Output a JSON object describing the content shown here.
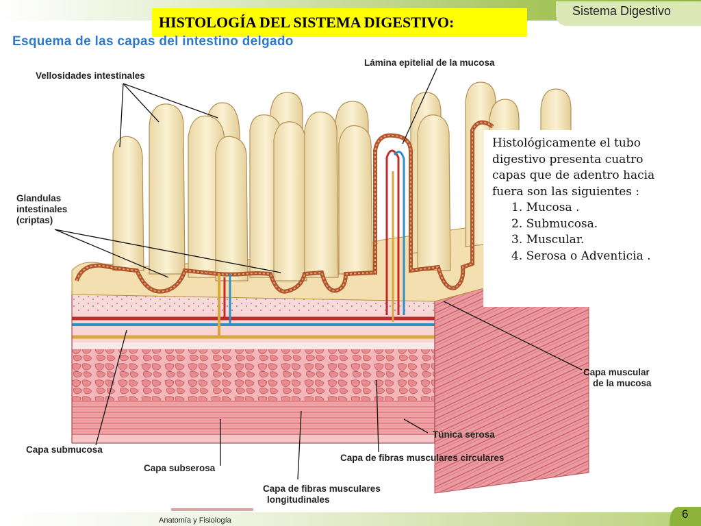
{
  "header": {
    "title": "HISTOLOGÍA DEL SISTEMA DIGESTIVO:",
    "section": "Sistema Digestivo"
  },
  "diagram": {
    "subtitle": "Esquema de las capas del intestino delgado",
    "labels": {
      "villi": "Vellosidades intestinales",
      "epithelial": "Lámina epitelial de la mucosa",
      "glands_1": "Glandulas",
      "glands_2": "intestinales",
      "glands_3": "(criptas)",
      "muscularis_mucosa_1": "Capa muscular",
      "muscularis_mucosa_2": "de la mucosa",
      "serosa": "Túnica serosa",
      "circular": "Capa de fibras musculares circulares",
      "submucosa": "Capa submucosa",
      "subserosa": "Capa subserosa",
      "longitudinal_1": "Capa de fibras musculares",
      "longitudinal_2": "longitudinales"
    }
  },
  "info": {
    "line1": "Histológicamente el tubo",
    "line2": "digestivo presenta cuatro",
    "line3": "capas  que de adentro hacia",
    "line4": "fuera son las siguientes :",
    "items": [
      "1. Mucosa .",
      "2. Submucosa.",
      "3. Muscular.",
      "4. Serosa o Adventicia ."
    ]
  },
  "footer": {
    "text": "Anatomía y Fisiología",
    "page": "6"
  },
  "colors": {
    "accent_green": "#8db33a",
    "title_bg": "#ffff00",
    "subtitle_blue": "#2e78c4"
  }
}
